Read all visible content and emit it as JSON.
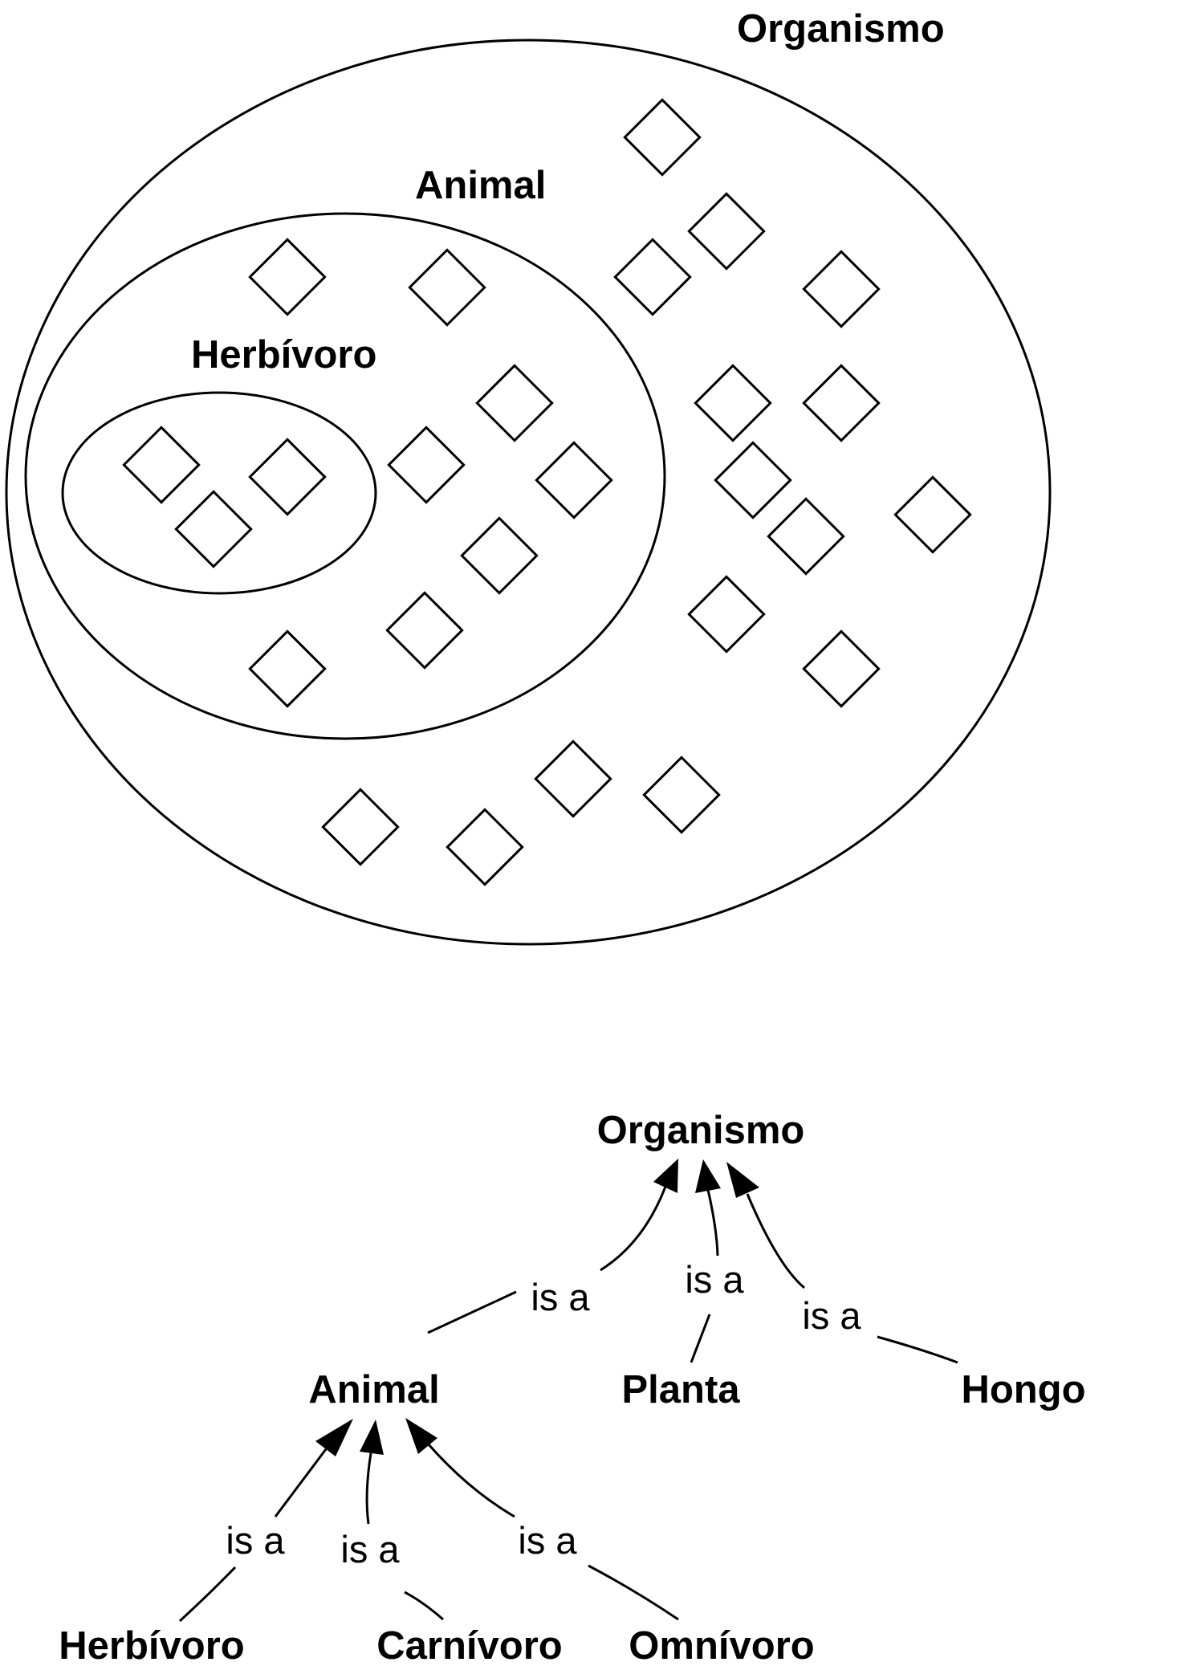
{
  "venn": {
    "sets": [
      {
        "id": "organismo",
        "label": "Organismo"
      },
      {
        "id": "animal",
        "label": "Animal"
      },
      {
        "id": "herbivoro",
        "label": "Herbívoro"
      }
    ]
  },
  "tree": {
    "nodes": {
      "organismo": "Organismo",
      "animal": "Animal",
      "planta": "Planta",
      "hongo": "Hongo",
      "herbivoro": "Herbívoro",
      "carnivoro": "Carnívoro",
      "omnivoro": "Omnívoro"
    },
    "edges": [
      {
        "from": "animal",
        "to": "organismo",
        "label": "is a"
      },
      {
        "from": "planta",
        "to": "organismo",
        "label": "is a"
      },
      {
        "from": "hongo",
        "to": "organismo",
        "label": "is a"
      },
      {
        "from": "herbivoro",
        "to": "animal",
        "label": "is a"
      },
      {
        "from": "carnivoro",
        "to": "animal",
        "label": "is a"
      },
      {
        "from": "omnivoro",
        "to": "animal",
        "label": "is a"
      }
    ]
  }
}
